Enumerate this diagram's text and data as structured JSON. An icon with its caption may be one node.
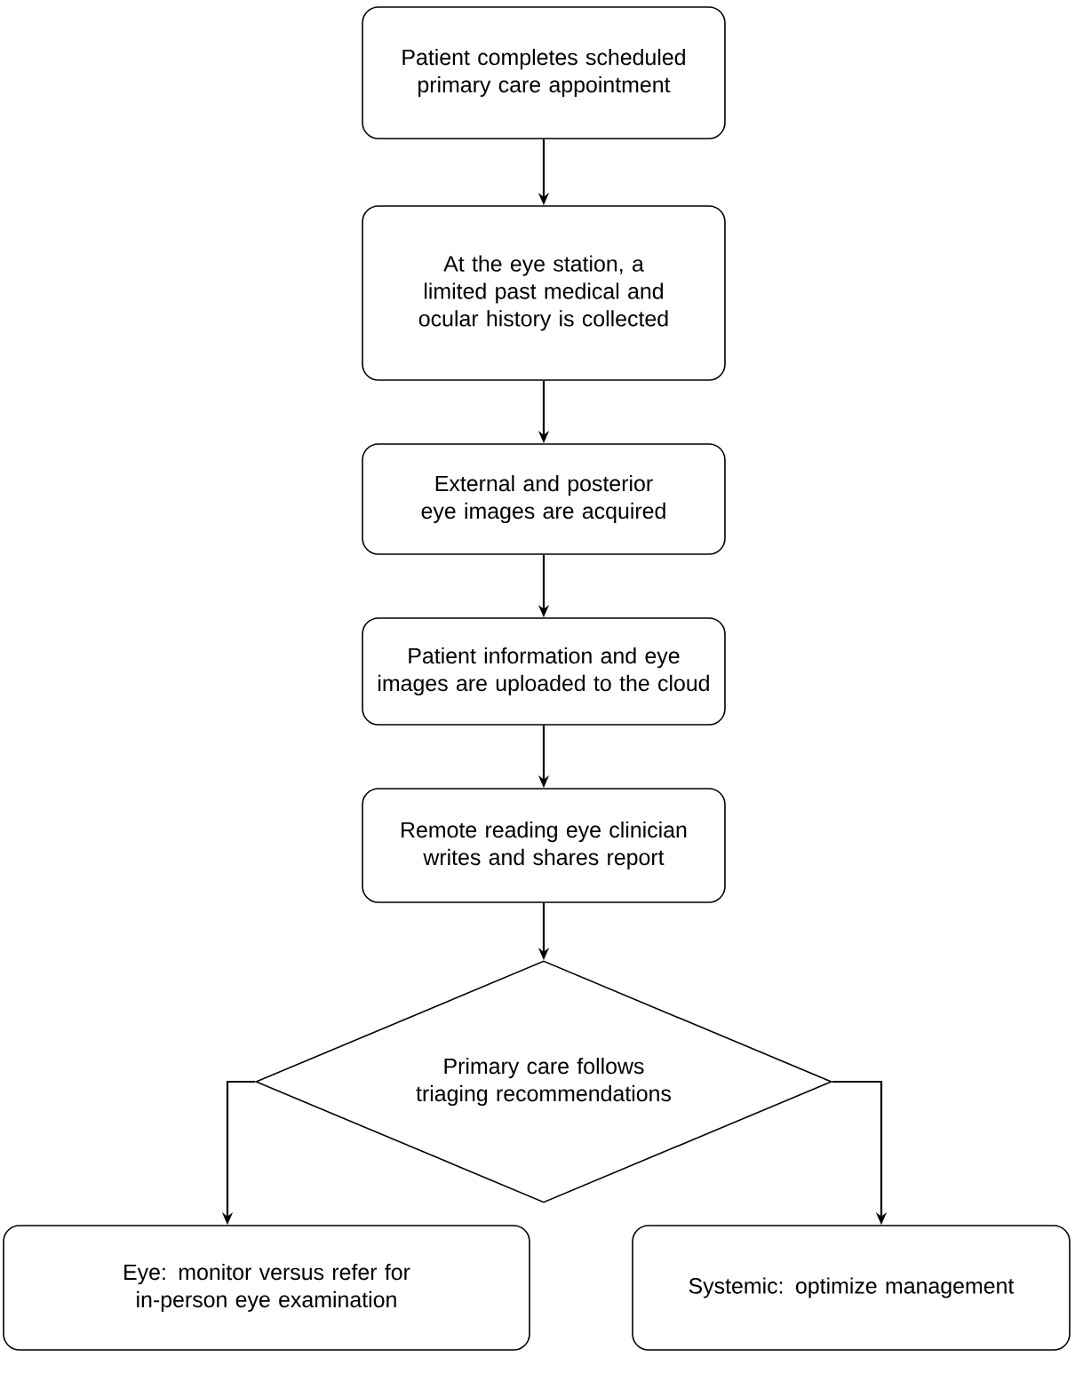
{
  "diagram": {
    "nodes": [
      {
        "text": [
          "Patient completes scheduled primary care appointment"
        ]
      },
      {
        "text": [
          "At the eye station, a limited past medical and ocular history is collected"
        ]
      },
      {
        "text": [
          "External and posterior eye images are acquired"
        ]
      },
      {
        "text": [
          "Patient information and eye images are uploaded to the cloud"
        ]
      },
      {
        "text": [
          "Remote reading eye clinician writes and shares report"
        ]
      },
      {
        "text": [
          "Primary care follows triaging recommendations"
        ]
      },
      {
        "text": [
          "Eye: monitor versus refer for in-person eye examination"
        ]
      },
      {
        "text": [
          "Systemic: optimize management"
        ]
      }
    ],
    "edges": [
      {
        "from": 0,
        "to": 1,
        "arrow": "to"
      },
      {
        "from": 1,
        "to": 2,
        "arrow": "to"
      },
      {
        "from": 2,
        "to": 3,
        "arrow": "to"
      },
      {
        "from": 3,
        "to": 4,
        "arrow": "to"
      },
      {
        "from": 4,
        "to": 5,
        "arrow": "to"
      },
      {
        "from": 5,
        "to": 6,
        "arrow": "to"
      },
      {
        "from": 5,
        "to": 7,
        "arrow": "to"
      }
    ]
  }
}
